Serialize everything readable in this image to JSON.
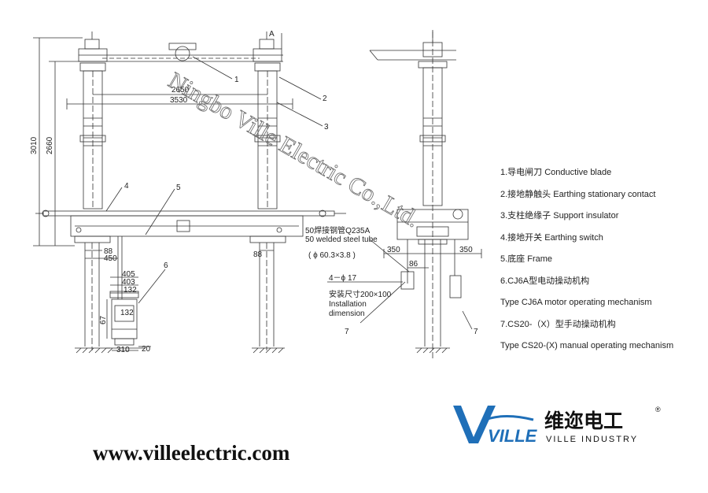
{
  "dims": {
    "d2650": "2650",
    "d3530": "3530",
    "d3010": "3010",
    "d2660": "2660",
    "d88a": "88",
    "d450": "450",
    "d88b": "88",
    "d405": "405",
    "d403": "403",
    "d132a": "132",
    "d132b": "132",
    "d67": "67",
    "d310": "310",
    "d20": "20",
    "d350a": "350",
    "d350b": "350",
    "d86": "86",
    "holes": "4－ϕ 17",
    "tube_cn": "50焊接钢管Q235A",
    "tube_en": "50 welded steel tube",
    "tube_size": "( ϕ 60.3×3.8 )",
    "install_cn": "安装尺寸200×100",
    "install_en1": "Installation",
    "install_en2": "dimension"
  },
  "callouts": {
    "c1": "1",
    "c2": "2",
    "c3": "3",
    "c4": "4",
    "c5": "5",
    "c6": "6",
    "c7a": "7",
    "c7b": "7",
    "markA": "A"
  },
  "watermark": "Ningbo Ville Electric Co.,Ltd.",
  "legend": [
    "1.导电闸刀 Conductive blade",
    "2.接地静触头 Earthing stationary contact",
    "3.支柱绝缘子 Support insulator",
    "4.接地开关 Earthing switch",
    "5.底座 Frame",
    "6.CJ6A型电动操动机构",
    "Type CJ6A motor operating mechanism",
    "7.CS20-（X）型手动操动机构",
    "Type CS20-(X) manual operating mechanism"
  ],
  "logo": {
    "mark": "VILLE",
    "cn": "维迩电工",
    "en": "VILLE INDUSTRY",
    "reg": "®"
  },
  "website": "www.villeelectric.com",
  "colors": {
    "line": "#333333",
    "logo_blue": "#1f6fb8",
    "text": "#111111"
  }
}
